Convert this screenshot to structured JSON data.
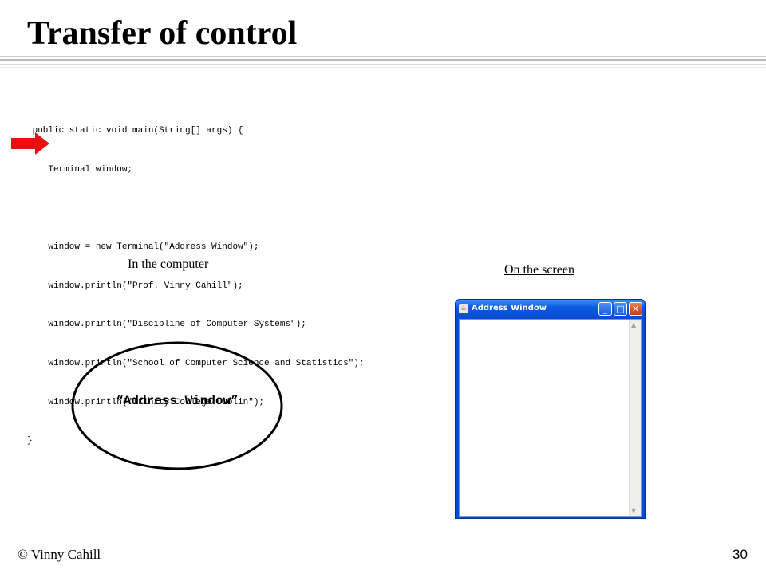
{
  "slide": {
    "title": "Transfer of control",
    "page_number": "30",
    "copyright": "© Vinny Cahill"
  },
  "code": {
    "lines": [
      " public static void main(String[] args) {",
      "    Terminal window;",
      "",
      "    window = new Terminal(\"Address Window\");",
      "    window.println(\"Prof. Vinny Cahill\");",
      "    window.println(\"Discipline of Computer Systems\");",
      "    window.println(\"School of Computer Science and Statistics\");",
      "    window.println(\"Trinity College Dublin\");",
      "}"
    ],
    "pointer_icon": "red-arrow-icon",
    "pointer_color": "#e81010"
  },
  "computer_panel": {
    "label": "In the computer",
    "object_text": "“Address Window”"
  },
  "screen_panel": {
    "label": "On the screen",
    "window": {
      "title": "Address Window",
      "icons": [
        "java-icon",
        "minimize-icon",
        "maximize-icon",
        "close-icon"
      ],
      "minimize_glyph": "_",
      "maximize_glyph": "□",
      "close_glyph": "✕"
    }
  }
}
